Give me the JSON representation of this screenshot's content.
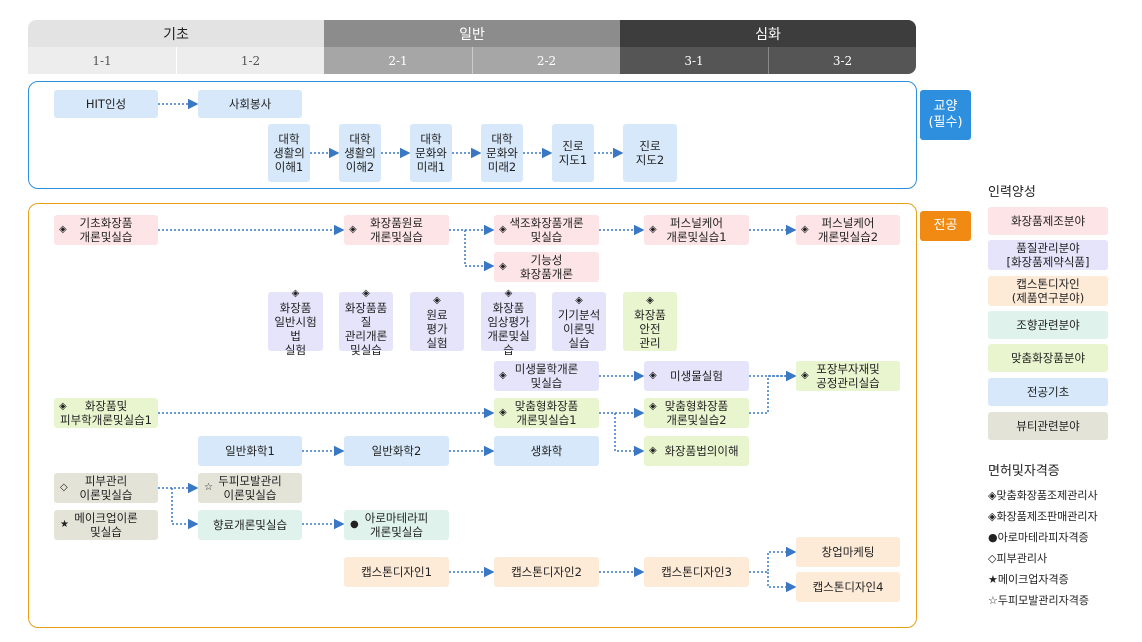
{
  "header": {
    "years": [
      {
        "label": "기초"
      },
      {
        "label": "일반"
      },
      {
        "label": "심화"
      }
    ],
    "terms": [
      "1-1",
      "1-2",
      "2-1",
      "2-2",
      "3-1",
      "3-2"
    ]
  },
  "sections": {
    "general": "교양\n(필수)",
    "major": "전공"
  },
  "colors": {
    "pink": "#fde4e6",
    "blue": "#d6e8f9",
    "purple": "#e6e4fb",
    "peach": "#fdebd8",
    "mint": "#dff3ec",
    "lime": "#e9f5cf",
    "olive": "#e3e3d8",
    "accent_blue": "#2f8fdf",
    "accent_orange": "#f08a12",
    "arrow": "#3a78c4"
  },
  "courses": {
    "hit": {
      "label": "HIT인성"
    },
    "volunteer": {
      "label": "사회봉사"
    },
    "uni1": {
      "label": "대학\n생활의\n이해1"
    },
    "uni2": {
      "label": "대학\n생활의\n이해2"
    },
    "culture1": {
      "label": "대학\n문화와\n미래1"
    },
    "culture2": {
      "label": "대학\n문화와\n미래2"
    },
    "career1": {
      "label": "진로\n지도1"
    },
    "career2": {
      "label": "진로\n지도2"
    },
    "basic_cos": {
      "sym": "◈",
      "label": "기초화장품\n개론및실습"
    },
    "raw_mat": {
      "sym": "◈",
      "label": "화장품원료\n개론및실습"
    },
    "color_cos": {
      "sym": "◈",
      "label": "색조화장품개론\n및실습"
    },
    "personal1": {
      "sym": "◈",
      "label": "퍼스널케어\n개론및실습1"
    },
    "personal2": {
      "sym": "◈",
      "label": "퍼스널케어\n개론및실습2"
    },
    "functional": {
      "sym": "◈",
      "label": "기능성\n화장품개론"
    },
    "gen_test": {
      "sym": "◈",
      "label": "화장품\n일반시험법\n실험"
    },
    "quality": {
      "sym": "◈",
      "label": "화장품품질\n관리개론\n및실습"
    },
    "raw_eval": {
      "sym": "◈",
      "label": "원료\n평가\n실험"
    },
    "clinical": {
      "sym": "◈",
      "label": "화장품\n임상평가\n개론및실습"
    },
    "instrument": {
      "sym": "◈",
      "label": "기기분석\n이론및\n실습"
    },
    "safety": {
      "sym": "◈",
      "label": "화장품\n안전\n관리"
    },
    "microbio": {
      "sym": "◈",
      "label": "미생물학개론\n및실습"
    },
    "micro_lab": {
      "sym": "◈",
      "label": "미생물실험"
    },
    "packaging": {
      "sym": "◈",
      "label": "포장부자재및\n공정관리실습"
    },
    "skin_cos": {
      "sym": "◈",
      "label": "화장품및\n피부학개론및실습1"
    },
    "custom1": {
      "sym": "◈",
      "label": "맞춤형화장품\n개론및실습1"
    },
    "custom2": {
      "sym": "◈",
      "label": "맞춤형화장품\n개론및실습2"
    },
    "law": {
      "sym": "◈",
      "label": "화장품법의이해"
    },
    "chem1": {
      "label": "일반화학1"
    },
    "chem2": {
      "label": "일반화학2"
    },
    "biochem": {
      "label": "생화학"
    },
    "skincare": {
      "sym": "◇",
      "label": "피부관리\n이론및실습"
    },
    "scalp": {
      "sym": "☆",
      "label": "두피모발관리\n이론및실습"
    },
    "makeup": {
      "sym": "★",
      "label": "메이크업이론\n및실습"
    },
    "fragrance": {
      "label": "향료개론및실습"
    },
    "aroma": {
      "sym": "●",
      "label": "아로마테라피\n개론및실습"
    },
    "capstone1": {
      "label": "캡스톤디자인1"
    },
    "capstone2": {
      "label": "캡스톤디자인2"
    },
    "capstone3": {
      "label": "캡스톤디자인3"
    },
    "startup": {
      "label": "창업마케팅"
    },
    "capstone4": {
      "label": "캡스톤디자인4"
    }
  },
  "legend": {
    "title": "인력양성",
    "items": [
      {
        "label": "화장품제조분야"
      },
      {
        "label": "품질관리분야\n[화장품제약식품]"
      },
      {
        "label": "캡스톤디자인\n(제품연구분야)"
      },
      {
        "label": "조향관련분야"
      },
      {
        "label": "맞춤화장품분야"
      },
      {
        "label": "전공기초"
      },
      {
        "label": "뷰티관련분야"
      }
    ]
  },
  "licenses": {
    "title": "면허및자격증",
    "items": [
      "◈맞춤화장품조제관리사",
      "◈화장품제조판매관리자",
      "●아로마테라피자격증",
      "◇피부관리사",
      "★메이크업자격증",
      "☆두피모발관리자격증"
    ]
  }
}
